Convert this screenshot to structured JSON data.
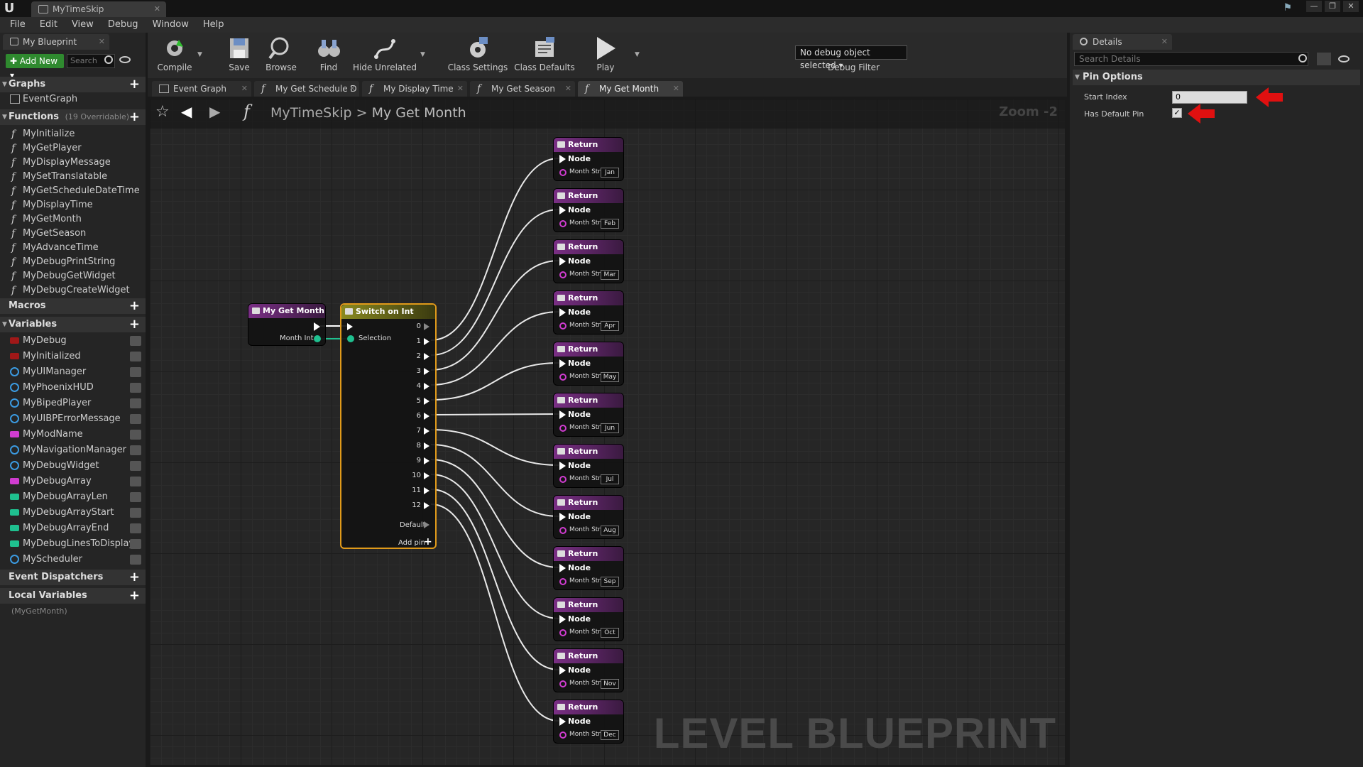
{
  "window": {
    "title": "MyTimeSkip"
  },
  "menu": [
    "File",
    "Edit",
    "View",
    "Debug",
    "Window",
    "Help"
  ],
  "left_panel": {
    "tab": "My Blueprint",
    "add_new": "Add New",
    "search_placeholder": "Search",
    "graphs": {
      "title": "Graphs",
      "items": [
        "EventGraph"
      ]
    },
    "functions": {
      "title": "Functions",
      "sub": "(19 Overridable)",
      "items": [
        "MyInitialize",
        "MyGetPlayer",
        "MyDisplayMessage",
        "MySetTranslatable",
        "MyGetScheduleDateTime",
        "MyDisplayTime",
        "MyGetMonth",
        "MyGetSeason",
        "MyAdvanceTime",
        "MyDebugPrintString",
        "MyDebugGetWidget",
        "MyDebugCreateWidget"
      ]
    },
    "macros": {
      "title": "Macros"
    },
    "variables": {
      "title": "Variables",
      "items": [
        {
          "name": "MyDebug",
          "color": "#a01818"
        },
        {
          "name": "MyInitialized",
          "color": "#a01818"
        },
        {
          "name": "MyUIManager",
          "color": "#3b9ae0"
        },
        {
          "name": "MyPhoenixHUD",
          "color": "#3b9ae0"
        },
        {
          "name": "MyBipedPlayer",
          "color": "#3b9ae0"
        },
        {
          "name": "MyUIBPErrorMessage",
          "color": "#3b9ae0"
        },
        {
          "name": "MyModName",
          "color": "#d03cd0"
        },
        {
          "name": "MyNavigationManager",
          "color": "#3b9ae0"
        },
        {
          "name": "MyDebugWidget",
          "color": "#3b9ae0"
        },
        {
          "name": "MyDebugArray",
          "color": "#d03cd0"
        },
        {
          "name": "MyDebugArrayLen",
          "color": "#1fc08f"
        },
        {
          "name": "MyDebugArrayStart",
          "color": "#1fc08f"
        },
        {
          "name": "MyDebugArrayEnd",
          "color": "#1fc08f"
        },
        {
          "name": "MyDebugLinesToDisplay",
          "color": "#1fc08f"
        },
        {
          "name": "MyScheduler",
          "color": "#3b9ae0"
        }
      ]
    },
    "event_dispatchers": {
      "title": "Event Dispatchers"
    },
    "local_variables": {
      "title": "Local Variables",
      "sub": "(MyGetMonth)"
    }
  },
  "toolbar": {
    "compile": "Compile",
    "save": "Save",
    "browse": "Browse",
    "find": "Find",
    "hide_unrelated": "Hide Unrelated",
    "class_settings": "Class Settings",
    "class_defaults": "Class Defaults",
    "play": "Play",
    "debug_object": "No debug object selected",
    "debug_filter": "Debug Filter"
  },
  "graph_tabs": [
    "Event Graph",
    "My Get Schedule D",
    "My Display Time",
    "My Get Season",
    "My Get Month"
  ],
  "breadcrumb": {
    "root": "MyTimeSkip",
    "sep": ">",
    "current": "My Get Month"
  },
  "zoom": "Zoom -2",
  "watermark": "LEVEL BLUEPRINT",
  "entry_node": {
    "title": "My Get Month",
    "pin": "Month Int"
  },
  "switch_node": {
    "title": "Switch on Int",
    "selection": "Selection",
    "outputs": [
      "0",
      "1",
      "2",
      "3",
      "4",
      "5",
      "6",
      "7",
      "8",
      "9",
      "10",
      "11",
      "12"
    ],
    "default": "Default",
    "add_pin": "Add pin"
  },
  "return_nodes": {
    "title": "Return Node",
    "pin": "Month Str",
    "values": [
      "Jan",
      "Feb",
      "Mar",
      "Apr",
      "May",
      "Jun",
      "Jul",
      "Aug",
      "Sep",
      "Oct",
      "Nov",
      "Dec"
    ]
  },
  "details": {
    "tab": "Details",
    "search_placeholder": "Search Details",
    "section": "Pin Options",
    "start_index_label": "Start Index",
    "start_index_value": "0",
    "has_default_pin_label": "Has Default Pin",
    "has_default_pin_checked": true
  }
}
